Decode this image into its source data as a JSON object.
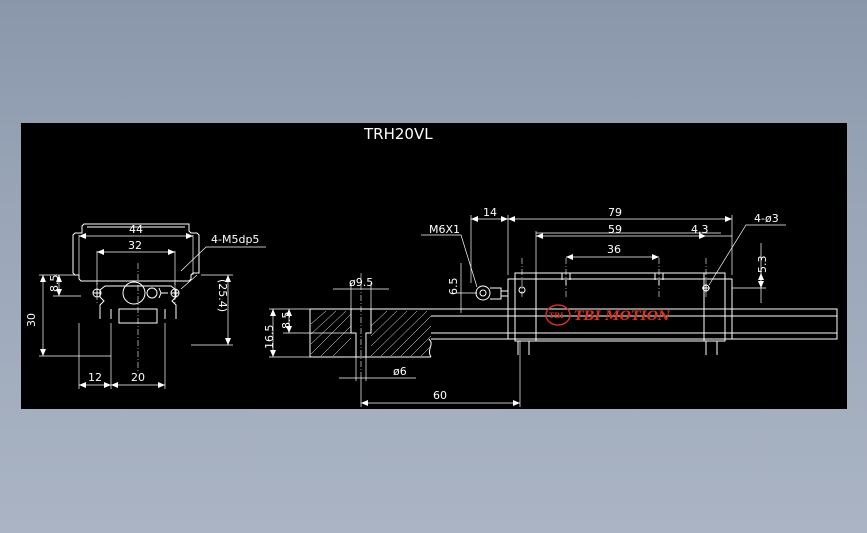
{
  "drawing": {
    "title": "TRH20VL",
    "brand": {
      "logo_text": "TBI MOTION",
      "emblem_text": "TBI",
      "color": "#d8321e"
    },
    "front_view": {
      "width_top": "44",
      "width_inner": "32",
      "mount_holes": "4-M5dp5",
      "overall_height": "30",
      "top_height": "8.5",
      "ref_height": "(25.4)",
      "rail_offset": "12",
      "rail_width": "20"
    },
    "side_view": {
      "grease_nipple": "M6X1",
      "nipple_offset": "14",
      "block_length": "79",
      "body_length": "59",
      "hole_spacing": "36",
      "end_offset": "4.3",
      "seal_holes": "4-ø3",
      "seal_hole_height": "5.3",
      "nipple_height": "6.5",
      "counterbore_dia": "ø9.5",
      "bolt_hole_dia": "ø6",
      "rail_height": "16.5",
      "counterbore_depth": "8.5",
      "rail_pitch": "60"
    }
  }
}
